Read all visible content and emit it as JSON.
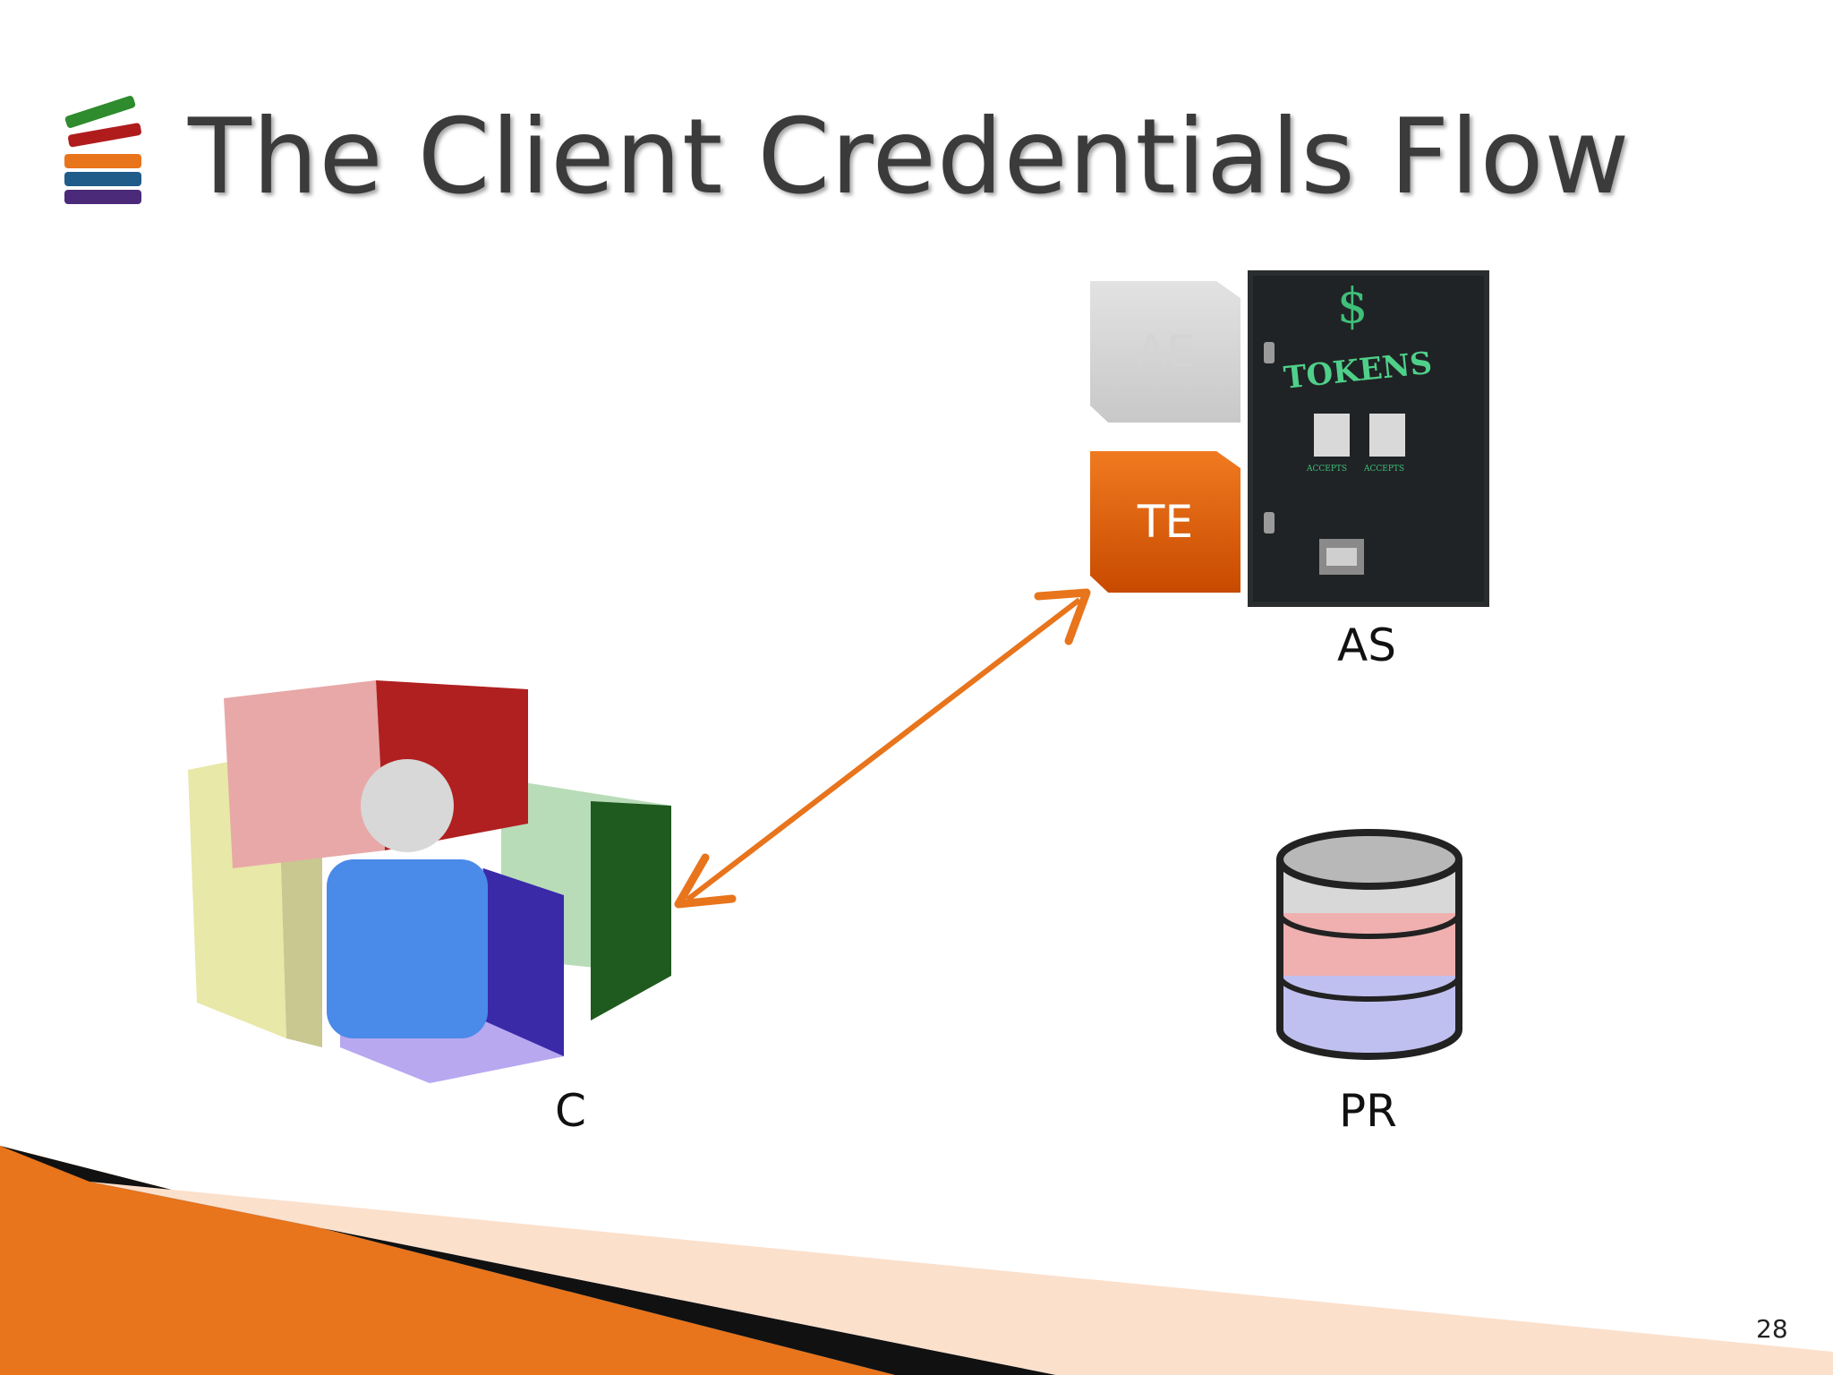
{
  "slide": {
    "title": "The Client Credentials Flow",
    "page_number": "28"
  },
  "nodes": {
    "ae_label": "AE",
    "te_label": "TE",
    "as_label": "AS",
    "client_label": "C",
    "pr_label": "PR"
  },
  "vending_machine": {
    "symbol": "$",
    "text": "TOKENS",
    "accepts_left": "ACCEPTS",
    "accepts_right": "ACCEPTS"
  },
  "colors": {
    "accent_orange": "#e8741c",
    "title_gray": "#3b3b3b"
  }
}
